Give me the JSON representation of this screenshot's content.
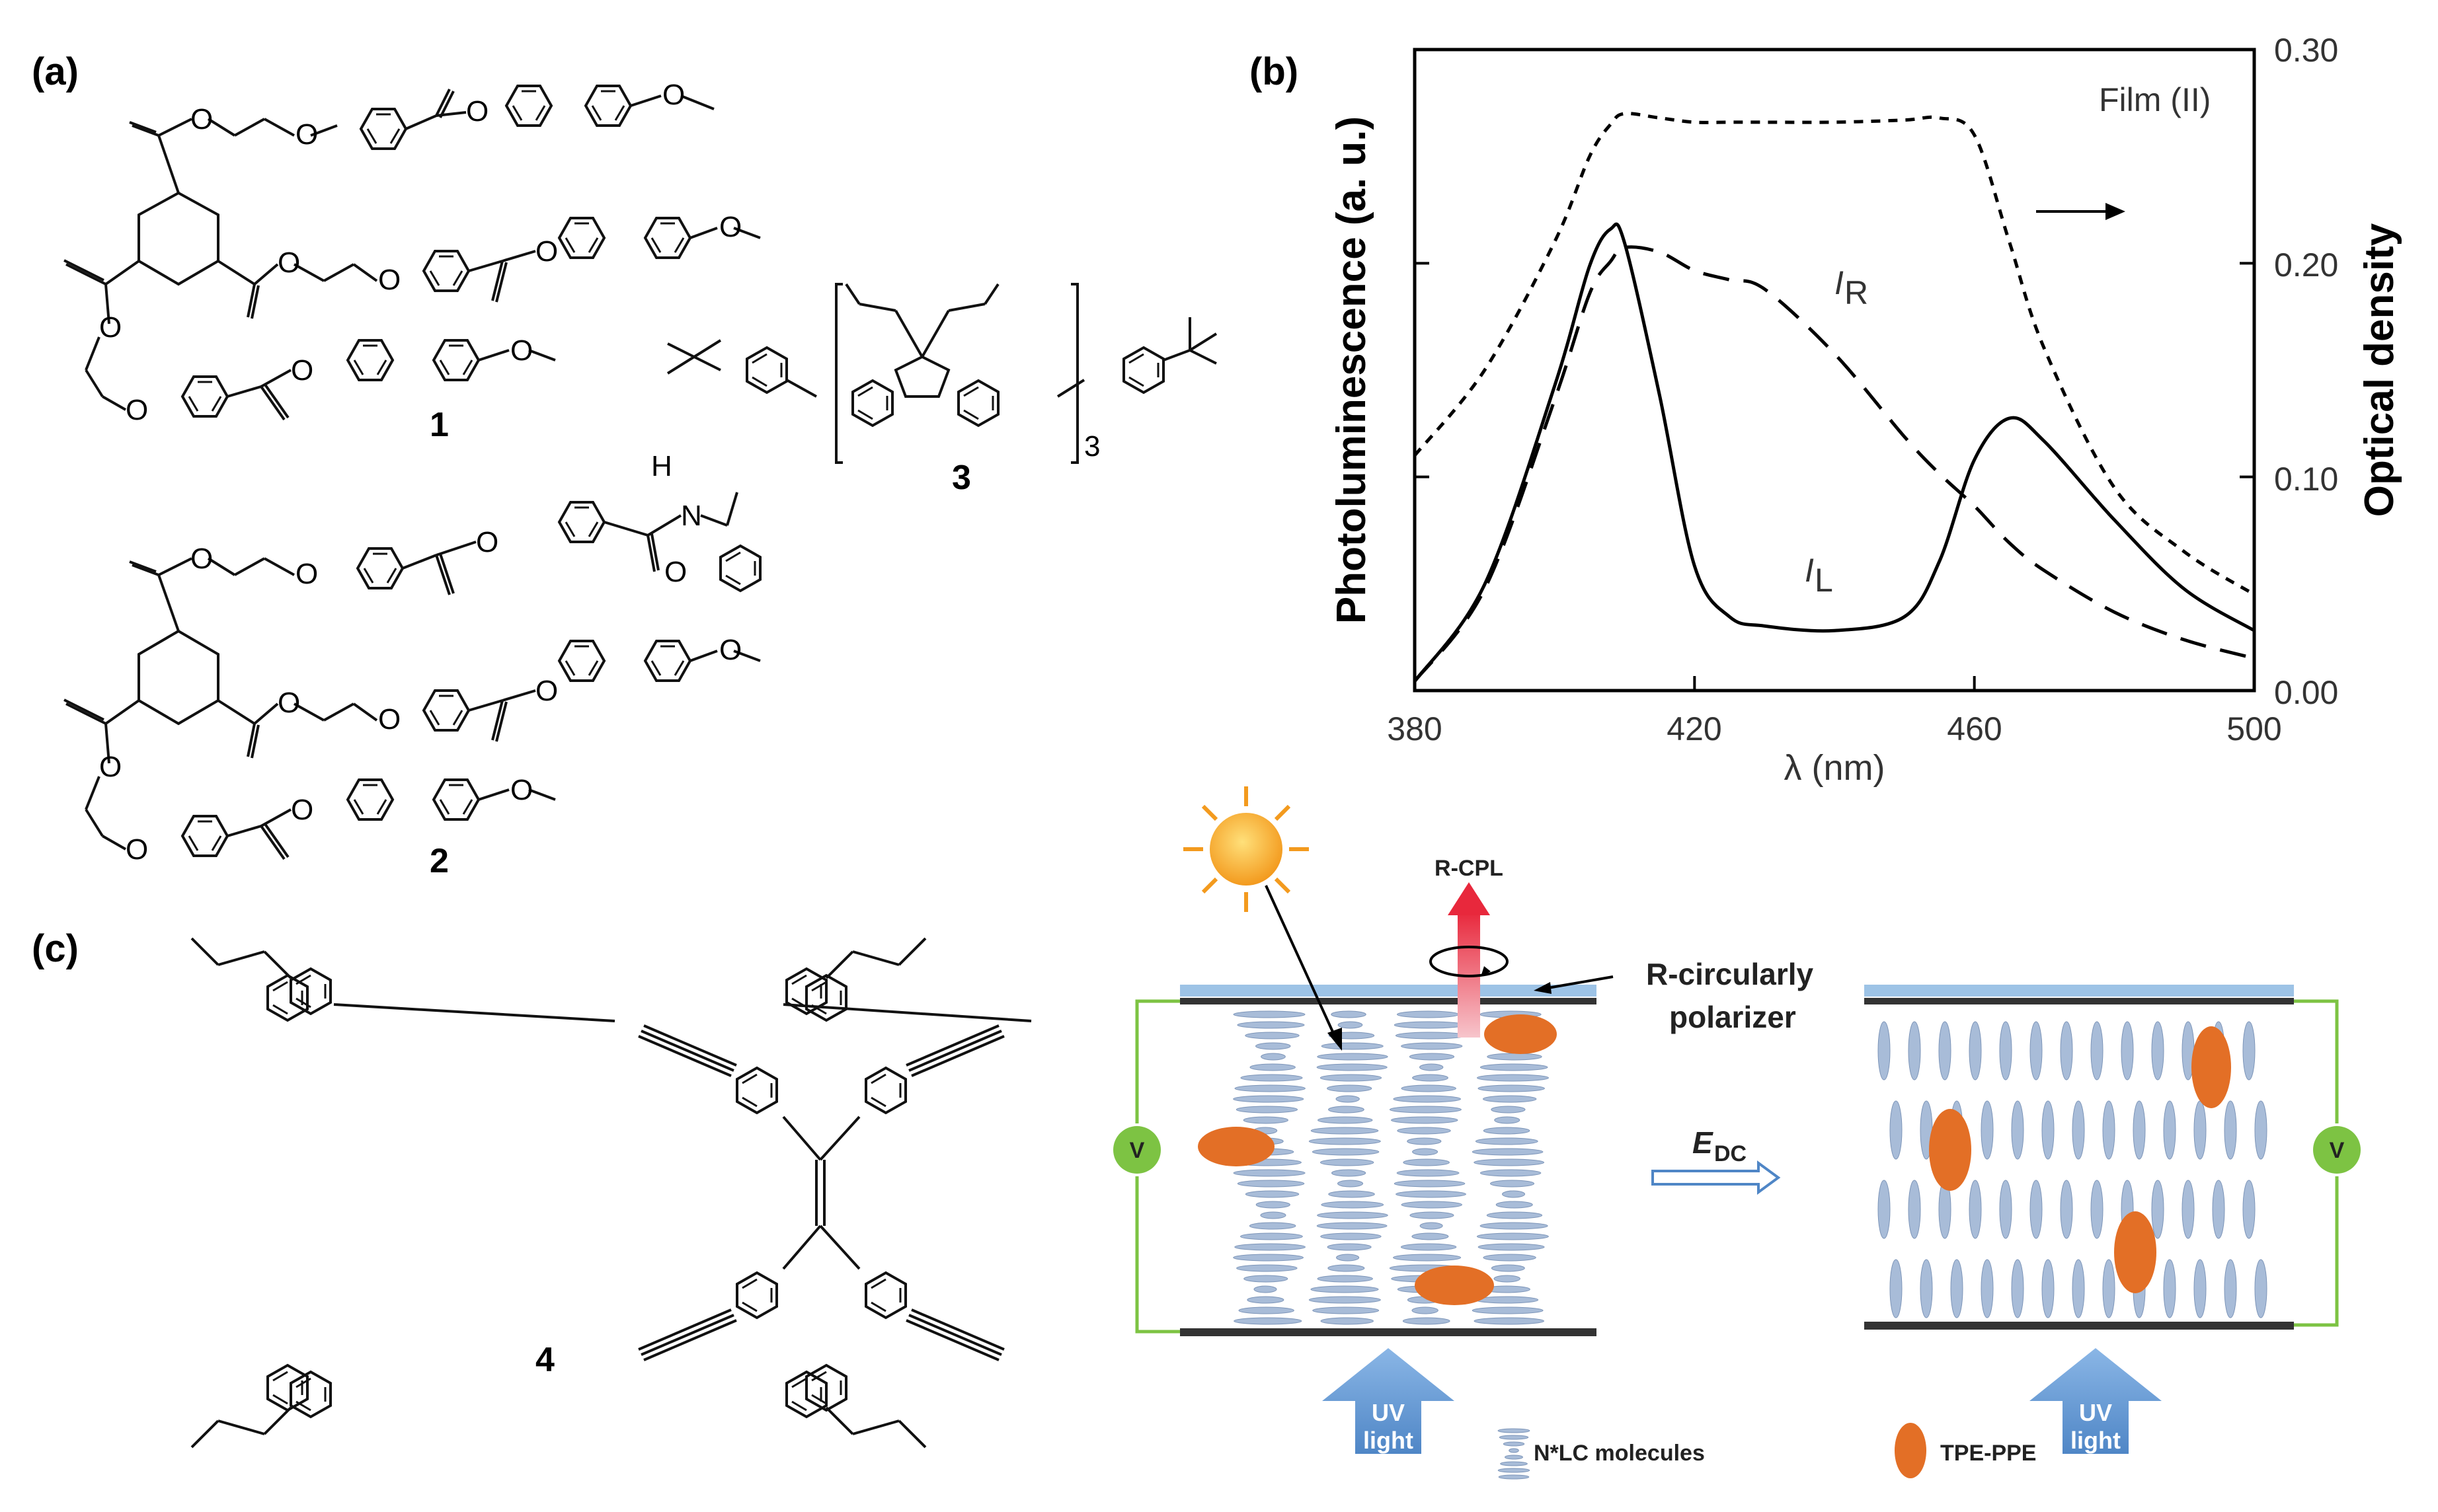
{
  "panels": {
    "a": {
      "label": "(a)",
      "compound_numbers": [
        "1",
        "2",
        "3"
      ],
      "atoms": {
        "O": "O",
        "N": "N",
        "H": "H"
      },
      "subscript_3": "3"
    },
    "b": {
      "label": "(b)",
      "annotation": "Film (II)",
      "curve_label_R": "I",
      "curve_label_R_sub": "R",
      "curve_label_L": "I",
      "curve_label_L_sub": "L"
    },
    "c": {
      "label": "(c)",
      "compound_number": "4",
      "diagram": {
        "rcpl": "R-CPL",
        "polarizer_line1": "R-circularly",
        "polarizer_line2": "polarizer",
        "field_label": "E",
        "field_sub": "DC",
        "voltage": "V",
        "uv_line1": "UV",
        "uv_line2": "light",
        "legend_lc": "N*LC molecules",
        "legend_dye": "TPE-PPE"
      }
    }
  },
  "chart_data": {
    "type": "line",
    "x": [
      380,
      390,
      400,
      405,
      408,
      410,
      415,
      420,
      425,
      430,
      440,
      450,
      455,
      460,
      465,
      470,
      480,
      490,
      500
    ],
    "xlabel": "λ (nm)",
    "ylabel_left": "Photoluminescence (a. u.)",
    "ylabel_right": "Optical density",
    "xlim": [
      380,
      500
    ],
    "ylim_right": [
      0,
      0.3
    ],
    "xticks": [
      "380",
      "420",
      "460",
      "500"
    ],
    "yticks_right": [
      "0.00",
      "0.10",
      "0.20",
      "0.30"
    ],
    "series": [
      {
        "name": "I_R",
        "style": "long-dash",
        "values": [
          0.02,
          0.22,
          0.63,
          0.86,
          0.93,
          0.96,
          0.95,
          0.91,
          0.89,
          0.87,
          0.73,
          0.55,
          0.47,
          0.4,
          0.32,
          0.26,
          0.17,
          0.11,
          0.07
        ]
      },
      {
        "name": "I_L",
        "style": "solid",
        "values": [
          0.02,
          0.23,
          0.66,
          0.92,
          1.0,
          0.97,
          0.64,
          0.27,
          0.16,
          0.14,
          0.13,
          0.16,
          0.28,
          0.5,
          0.59,
          0.54,
          0.37,
          0.22,
          0.13
        ]
      },
      {
        "name": "Film (II)",
        "style": "short-dash",
        "values": [
          0.11,
          0.15,
          0.21,
          0.25,
          0.265,
          0.27,
          0.268,
          0.266,
          0.266,
          0.266,
          0.266,
          0.267,
          0.268,
          0.26,
          0.21,
          0.16,
          0.095,
          0.065,
          0.045
        ]
      }
    ]
  },
  "colors": {
    "electrode": "#333333",
    "polarizer": "#9dc3e6",
    "rcpl_arrow": "#e8283c",
    "sun": "#f5a623",
    "dye": "#e36f26",
    "lc": "#a8bcd8",
    "uv_arrow": "#6a9fd8",
    "voltage": "#7dc343",
    "wire": "#7dc343"
  }
}
